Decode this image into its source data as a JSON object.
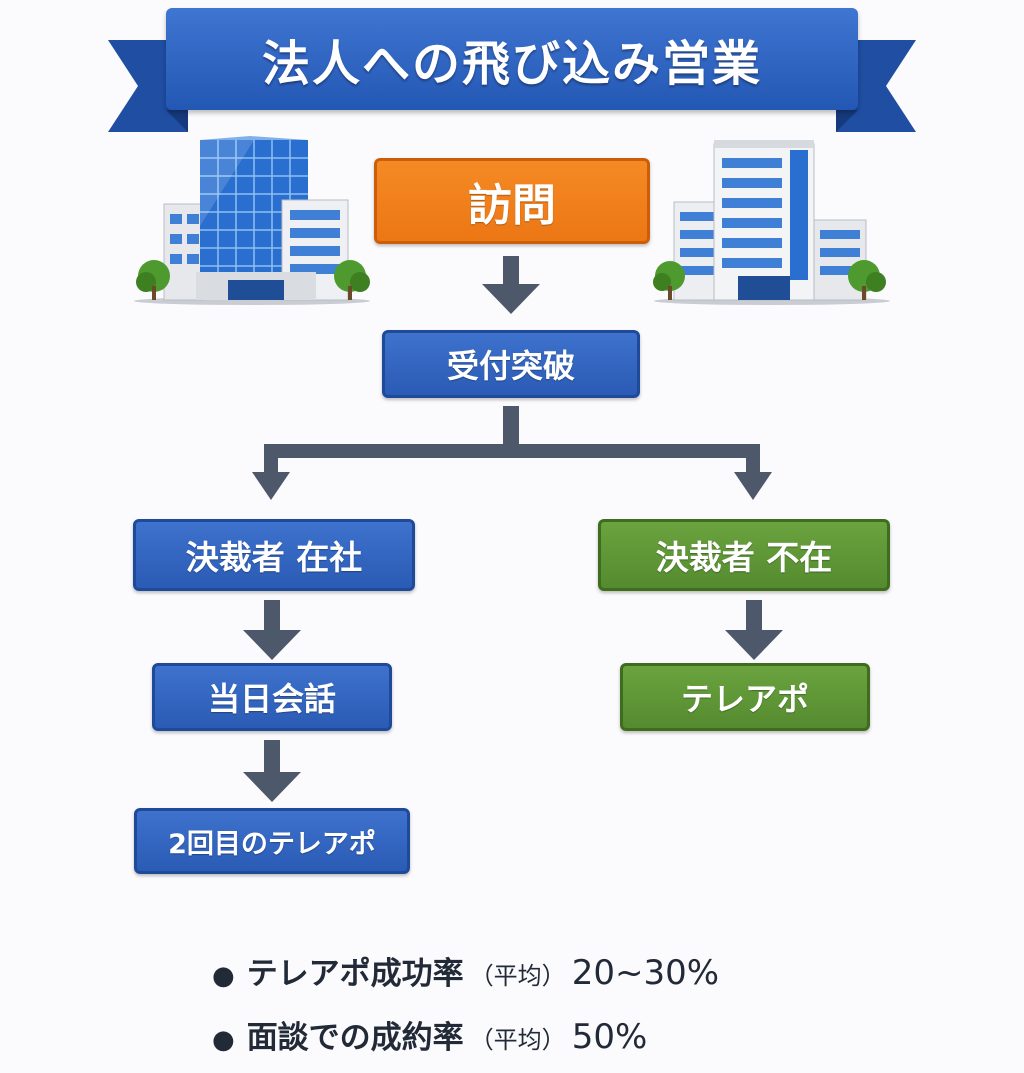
{
  "title": "法人への飛び込み営業",
  "colors": {
    "ribbon_blue": "#2f64c2",
    "box_blue": "#2f62bd",
    "box_green": "#5f9636",
    "box_orange": "#f07f1b",
    "arrow_gray": "#4d586a"
  },
  "icons": [
    "office-building-icon",
    "office-building-icon"
  ],
  "flow": {
    "visit": "訪問",
    "reception": "受付突破",
    "decision_maker_present": "決裁者 在社",
    "decision_maker_absent": "決裁者 不在",
    "same_day_talk": "当日会話",
    "second_teleappo": "2回目のテレアポ",
    "teleappo": "テレアポ"
  },
  "notes": [
    {
      "label": "テレアポ成功率",
      "qualifier": "（平均）",
      "value": "20~30%"
    },
    {
      "label": "面談での成約率",
      "qualifier": "（平均）",
      "value": "50%"
    }
  ]
}
